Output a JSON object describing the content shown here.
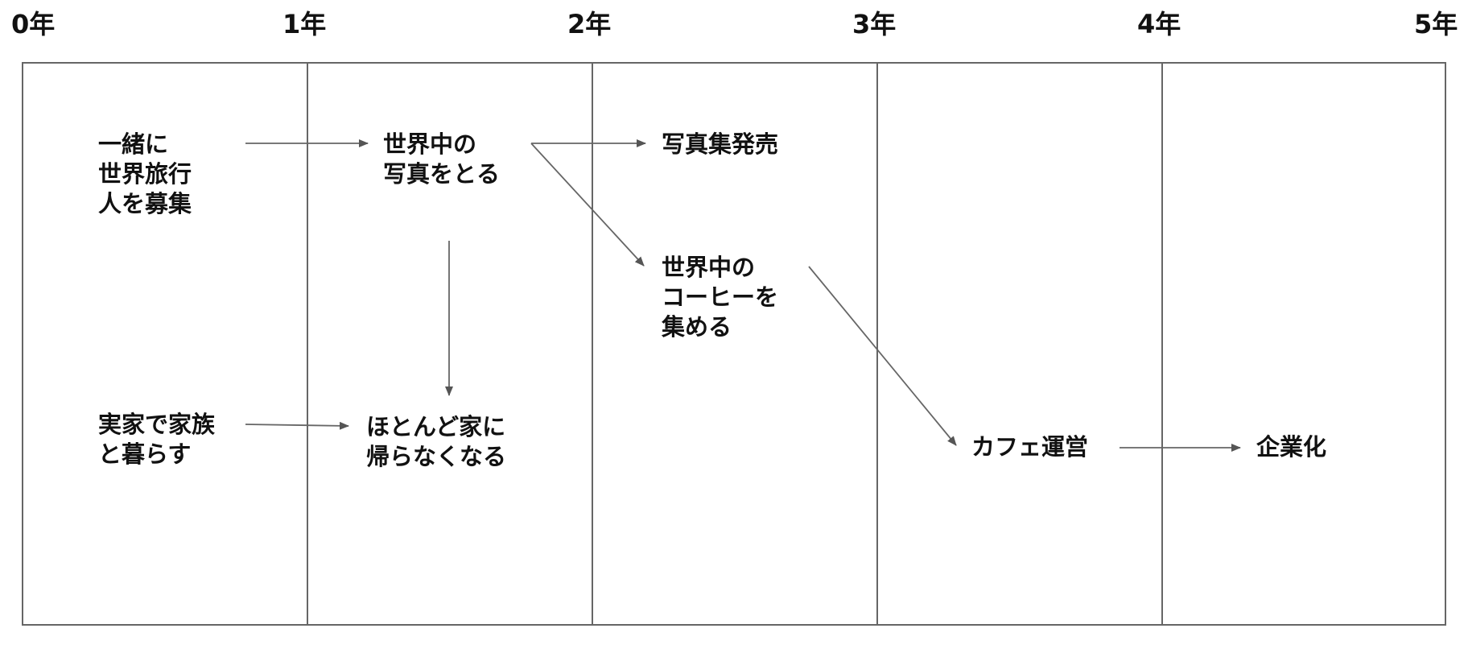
{
  "timeline": {
    "years": [
      "0年",
      "1年",
      "2年",
      "3年",
      "4年",
      "5年"
    ]
  },
  "nodes": {
    "travel_recruit": "一緒に\n世界旅行\n人を募集",
    "world_photos": "世界中の\n写真をとる",
    "photobook_release": "写真集発売",
    "world_coffee": "世界中の\nコーヒーを\n集める",
    "live_with_family": "実家で家族\nと暮らす",
    "rarely_home": "ほとんど家に\n帰らなくなる",
    "cafe_management": "カフェ運営",
    "incorporation": "企業化"
  },
  "colors": {
    "line": "#666666",
    "text": "#111111",
    "arrow": "#555555"
  }
}
